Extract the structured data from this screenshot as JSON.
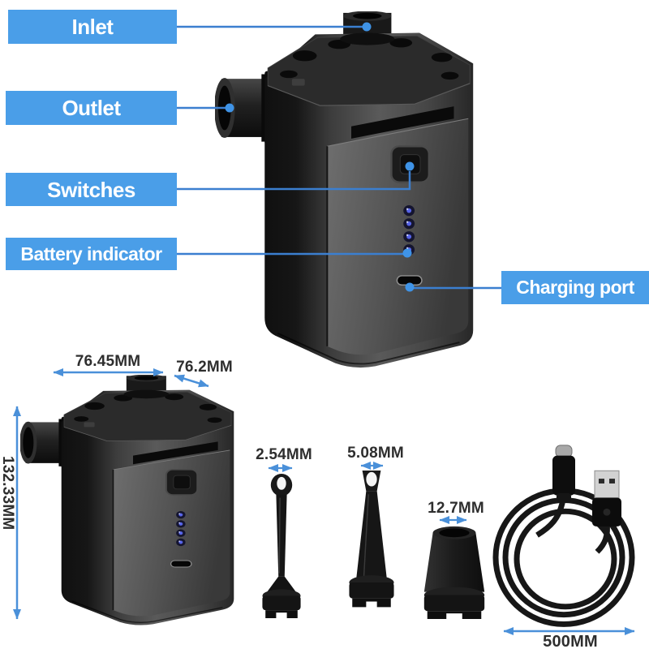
{
  "callouts": [
    {
      "id": "inlet",
      "label": "Inlet"
    },
    {
      "id": "outlet",
      "label": "Outlet"
    },
    {
      "id": "switches",
      "label": "Switches"
    },
    {
      "id": "battery",
      "label": "Battery indicator"
    },
    {
      "id": "charging",
      "label": "Charging port"
    }
  ],
  "dimensions": {
    "pump_width": "76.45MM",
    "pump_depth": "76.2MM",
    "pump_height": "132.33MM",
    "nozzle_small": "2.54MM",
    "nozzle_medium": "5.08MM",
    "nozzle_large": "12.7MM",
    "cable_length": "500MM"
  },
  "colors": {
    "label_bg": "#4a9ee8",
    "label_text": "#ffffff",
    "leader": "#3b7fd0",
    "dot": "#3f93e6",
    "arrow": "#4a90d9",
    "dim_text": "#2e2e2e",
    "background": "#ffffff"
  }
}
